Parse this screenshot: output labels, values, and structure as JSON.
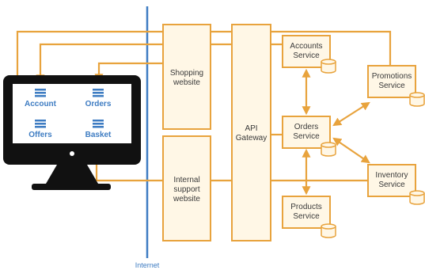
{
  "colors": {
    "line": "#e8a33d",
    "box_fill": "#fff7e6",
    "blue": "#3e7cc2",
    "dark": "#111111"
  },
  "internet_label": "Internet",
  "screen_items": {
    "account": "Account",
    "orders": "Orders",
    "offers": "Offers",
    "basket": "Basket"
  },
  "websites": {
    "shopping": [
      "Shopping",
      "website"
    ],
    "internal": [
      "Internal",
      "support",
      "website"
    ]
  },
  "gateway": [
    "API",
    "Gateway"
  ],
  "services": {
    "accounts": [
      "Accounts",
      "Service"
    ],
    "orders": [
      "Orders",
      "Service"
    ],
    "products": [
      "Products",
      "Service"
    ],
    "promotions": [
      "Promotions",
      "Service"
    ],
    "inventory": [
      "Inventory",
      "Service"
    ]
  }
}
